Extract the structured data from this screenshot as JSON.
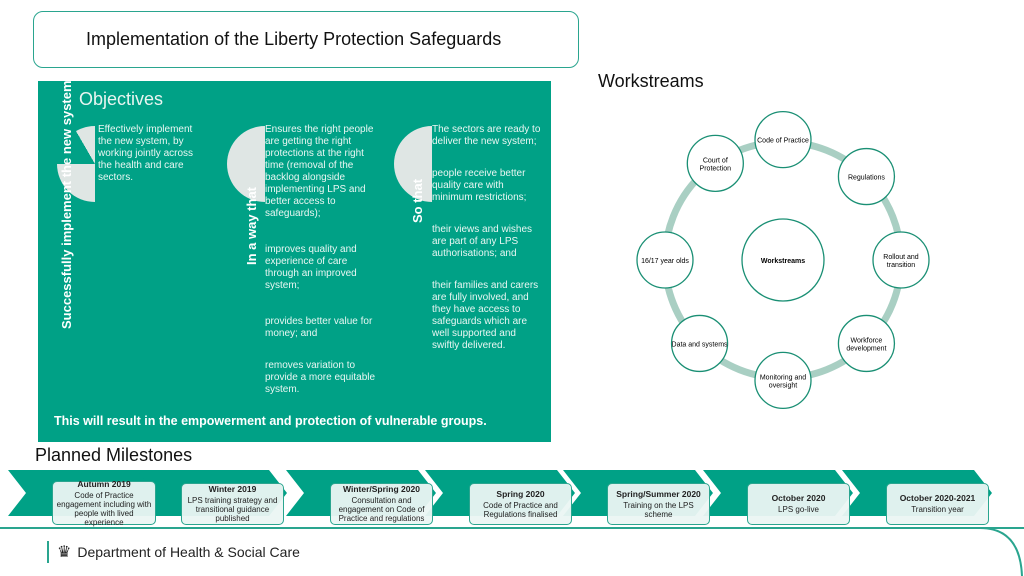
{
  "title": "Implementation of the Liberty Protection Safeguards",
  "workstreams": {
    "title": "Workstreams",
    "center": "Workstreams",
    "nodes": [
      "Code of Practice",
      "Regulations",
      "Rollout and\ntransition",
      "Workforce\ndevelopment",
      "Monitoring and\noversight",
      "Data and systems",
      "16/17 year olds",
      "Court of\nProtection"
    ]
  },
  "objectives": {
    "title": "Objectives",
    "columns": [
      {
        "heading": "Successfully implement\nthe new system",
        "paragraphs": [
          "Effectively implement\nthe new system, by\nworking jointly across\nthe health and care\nsectors."
        ]
      },
      {
        "heading": "In a way that",
        "paragraphs": [
          "Ensures the right people\nare getting the right\nprotections at the right\ntime (removal of the\nbacklog alongside\nimplementing LPS and\nbetter access to\nsafeguards);",
          "improves quality and\nexperience of care\nthrough an improved\nsystem;",
          "provides better value for\nmoney; and",
          "removes variation to\nprovide a more equitable\nsystem."
        ]
      },
      {
        "heading": "So that",
        "paragraphs": [
          "The sectors are ready to\ndeliver the new system;",
          "people receive better\nquality care with\nminimum restrictions;",
          "their views and wishes\nare part of any LPS\nauthorisations; and",
          "their families and carers\nare fully involved, and\nthey have access to\nsafeguards which are\nwell supported and\nswiftly delivered."
        ]
      }
    ],
    "result": "This will result in the empowerment and protection of vulnerable groups."
  },
  "milestones": {
    "title": "Planned Milestones",
    "items": [
      {
        "date": "Autumn 2019",
        "text": "Code of Practice engagement including with people with lived experience"
      },
      {
        "date": "Winter 2019",
        "text": "LPS training strategy and transitional guidance published"
      },
      {
        "date": "Winter/Spring 2020",
        "text": "Consultation and engagement on Code of Practice and regulations"
      },
      {
        "date": "Spring 2020",
        "text": "Code of Practice and Regulations finalised"
      },
      {
        "date": "Spring/Summer 2020",
        "text": "Training on the LPS scheme"
      },
      {
        "date": "October 2020",
        "text": "LPS go-live"
      },
      {
        "date": "October 2020-2021",
        "text": "Transition year"
      }
    ]
  },
  "footer": {
    "department": "Department of Health & Social Care"
  },
  "colors": {
    "accent": "#00a186",
    "ring": "#a9cfc3"
  }
}
